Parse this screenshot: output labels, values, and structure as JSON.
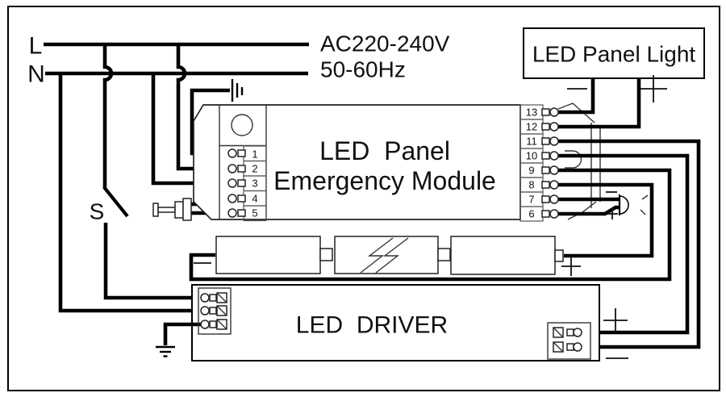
{
  "ac_input": {
    "live_label": "L",
    "neutral_label": "N",
    "voltage": "AC220-240V",
    "frequency": "50-60Hz"
  },
  "switch": {
    "label": "S"
  },
  "panel_light": {
    "title": "LED Panel Light",
    "minus_sign": "−",
    "plus_sign": "+"
  },
  "module": {
    "title_line1": "LED  Panel",
    "title_line2": "Emergency Module",
    "left_terminals": [
      "1",
      "2",
      "3",
      "4",
      "5"
    ],
    "right_terminals": [
      "13",
      "12",
      "11",
      "10",
      "9",
      "8",
      "7",
      "6"
    ]
  },
  "battery": {
    "minus_sign": "−",
    "plus_sign": "+"
  },
  "led_indicator": {
    "minus_sign": "−",
    "plus_sign": "+"
  },
  "driver": {
    "title": "LED  DRIVER",
    "output_plus_sign": "+",
    "output_minus_sign": "−"
  },
  "colors": {
    "wire": "#000000",
    "outline": "#333333"
  }
}
